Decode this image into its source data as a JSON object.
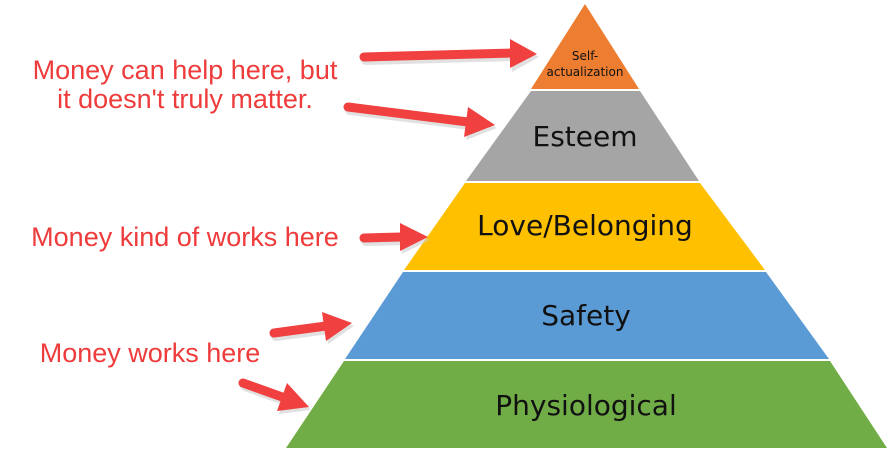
{
  "pyramid": {
    "levels": [
      {
        "label": "Self-",
        "label2": "actualization",
        "color": "#ed7d31"
      },
      {
        "label": "Esteem",
        "color": "#a5a5a5"
      },
      {
        "label": "Love/Belonging",
        "color": "#ffc000"
      },
      {
        "label": "Safety",
        "color": "#5b9bd5"
      },
      {
        "label": "Physiological",
        "color": "#70ad47"
      }
    ]
  },
  "annotations": {
    "top_line1": "Money can help here, but",
    "top_line2": "it doesn't truly matter.",
    "middle": "Money kind of works here",
    "bottom": "Money works here",
    "color": "#ee3b3b"
  }
}
